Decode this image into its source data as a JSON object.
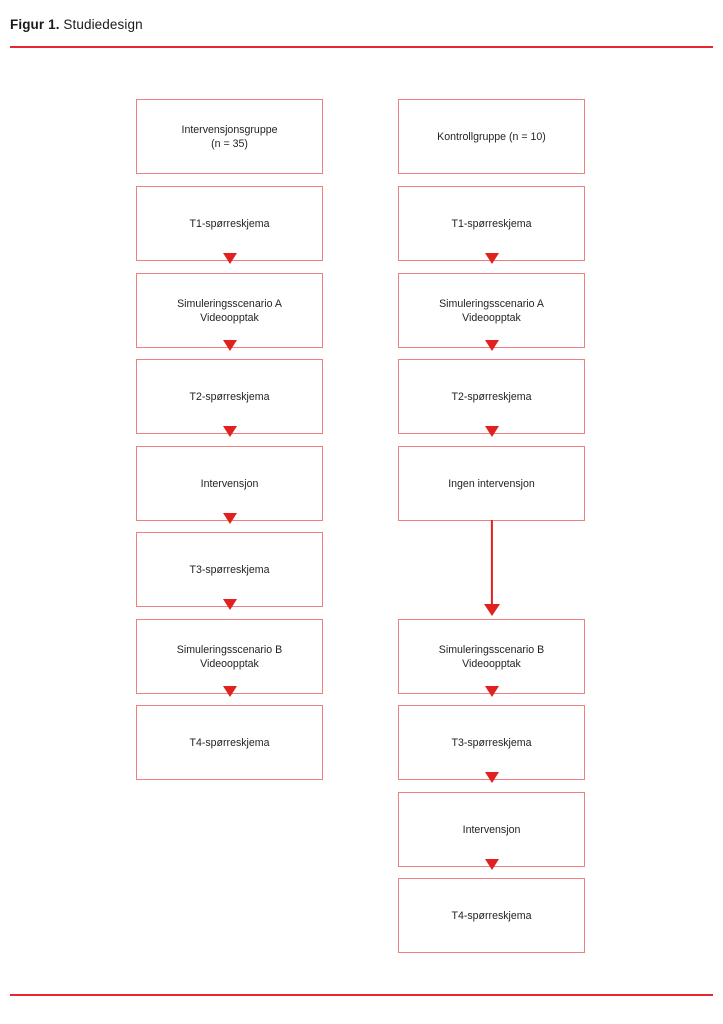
{
  "figure": {
    "label": "Figur 1.",
    "caption": " Studiedesign"
  },
  "colors": {
    "rule": "#e8262f",
    "box_border": "#ef8080",
    "arrow": "#e1211f",
    "text": "#231f20"
  },
  "flowchart": {
    "columns": [
      {
        "name": "intervention-group",
        "boxes": [
          {
            "label": "Intervensjonsgruppe\n(n = 35)"
          },
          {
            "label": "T1-spørreskjema"
          },
          {
            "label": "Simuleringsscenario A\nVideoopptak"
          },
          {
            "label": "T2-spørreskjema"
          },
          {
            "label": "Intervensjon"
          },
          {
            "label": "T3-spørreskjema"
          },
          {
            "label": "Simuleringsscenario B\nVideoopptak"
          },
          {
            "label": "T4-spørreskjema"
          }
        ]
      },
      {
        "name": "control-group",
        "boxes": [
          {
            "label": "Kontrollgruppe (n = 10)"
          },
          {
            "label": "T1-spørreskjema"
          },
          {
            "label": "Simuleringsscenario A\nVideoopptak"
          },
          {
            "label": "T2-spørreskjema"
          },
          {
            "label": "Ingen intervensjon"
          },
          {
            "label": "Simuleringsscenario B\nVideoopptak"
          },
          {
            "label": "T3-spørreskjema"
          },
          {
            "label": "Intervensjon"
          },
          {
            "label": "T4-spørreskjema"
          }
        ]
      }
    ]
  }
}
